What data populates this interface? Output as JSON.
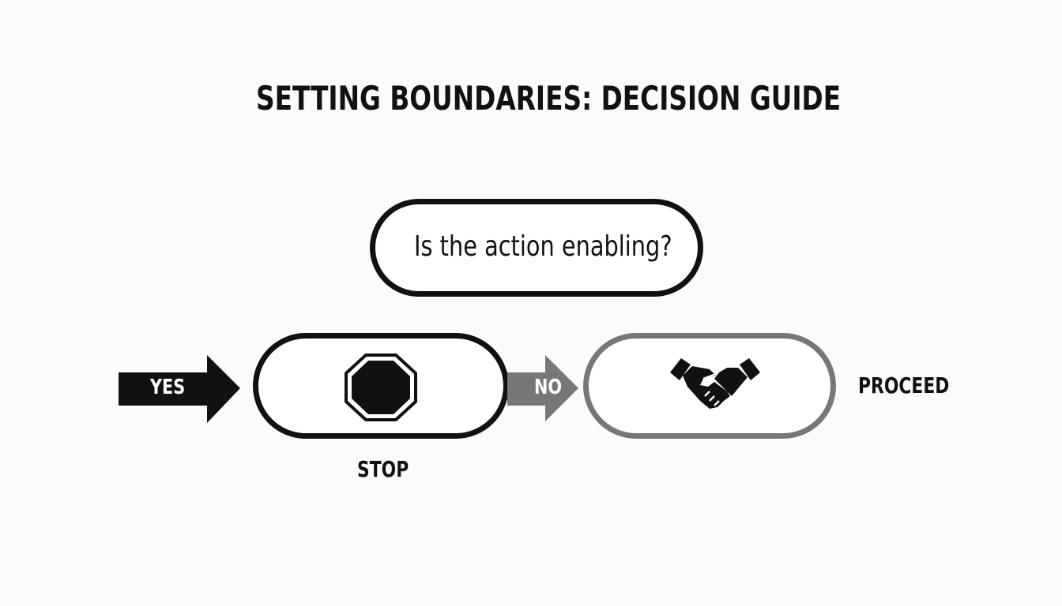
{
  "title": "SETTING BOUNDARIES: DECISION GUIDE",
  "question": "Is the action enabling?",
  "branches": {
    "yes": {
      "label": "YES",
      "outcome": "STOP",
      "icon": "stop-sign-icon",
      "color": "#111111"
    },
    "no": {
      "label": "NO",
      "outcome": "PROCEED",
      "icon": "handshake-icon",
      "color": "#777777"
    }
  }
}
